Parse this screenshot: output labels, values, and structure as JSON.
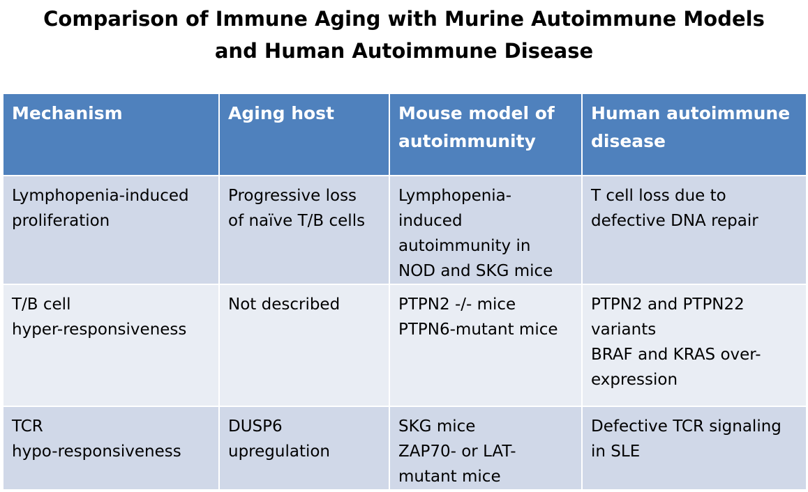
{
  "title": {
    "line1": "Comparison of Immune Aging with Murine Autoimmune Models",
    "line2": "and Human Autoimmune Disease"
  },
  "table": {
    "headers": [
      [
        "Mechanism"
      ],
      [
        "Aging host"
      ],
      [
        "Mouse model of",
        "autoimmunity"
      ],
      [
        "Human autoimmune",
        "disease"
      ]
    ],
    "rows": [
      [
        [
          "Lymphopenia-induced",
          "proliferation"
        ],
        [
          "Progressive loss",
          "of naïve T/B cells"
        ],
        [
          "Lymphopenia-",
          "induced",
          "autoimmunity in",
          "NOD and SKG mice"
        ],
        [
          "T cell loss due to",
          "defective DNA repair"
        ]
      ],
      [
        [
          "T/B cell",
          "hyper-responsiveness"
        ],
        [
          "Not described"
        ],
        [
          "PTPN2 -/- mice",
          "PTPN6-mutant mice"
        ],
        [
          "PTPN2 and PTPN22",
          "variants",
          "BRAF and KRAS over-",
          "expression"
        ]
      ],
      [
        [
          "TCR",
          "hypo-responsiveness"
        ],
        [
          "DUSP6",
          "upregulation"
        ],
        [
          "SKG mice",
          "ZAP70- or LAT-",
          "mutant mice"
        ],
        [
          "Defective TCR signaling",
          "in SLE"
        ]
      ]
    ]
  }
}
